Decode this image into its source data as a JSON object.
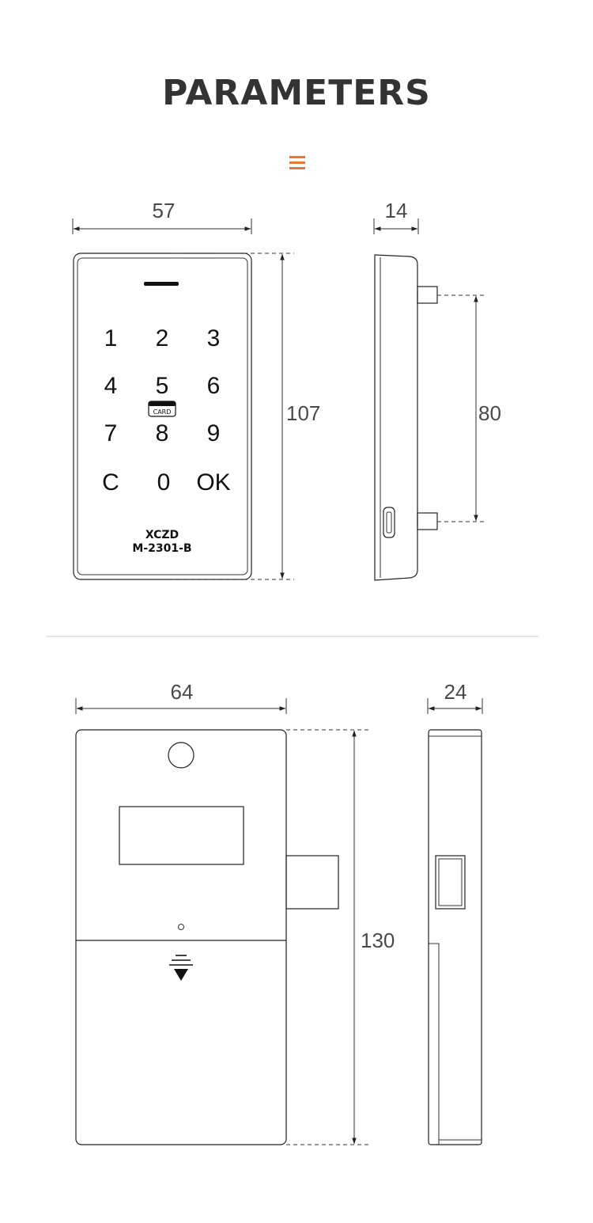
{
  "page": {
    "title": "PARAMETERS",
    "accent_color": "#e07a3c",
    "menu_icon": "hamburger-icon"
  },
  "keypad": {
    "keys": [
      "1",
      "2",
      "3",
      "4",
      "5",
      "6",
      "7",
      "8",
      "9",
      "C",
      "0",
      "OK"
    ],
    "card_label": "CARD",
    "brand": "XCZD",
    "model": "M-2301-B"
  },
  "dimensions": {
    "front_width": "57",
    "front_height": "107",
    "side_depth": "14",
    "side_spacing": "80",
    "body_width": "64",
    "body_height": "130",
    "body_depth": "24"
  }
}
